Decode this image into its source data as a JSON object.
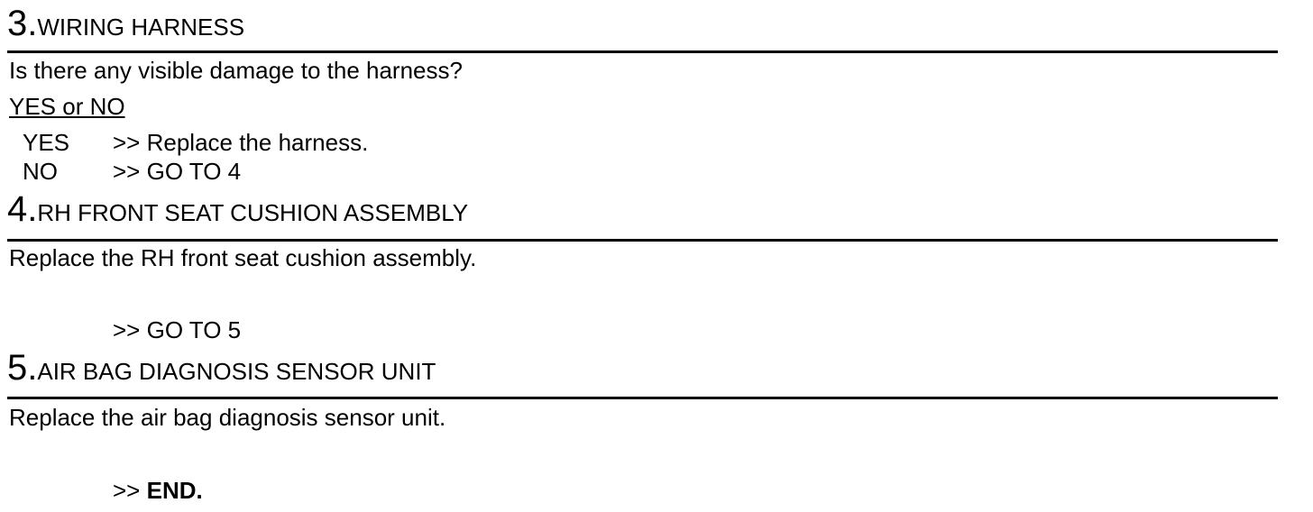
{
  "steps": [
    {
      "number": "3.",
      "title": "WIRING HARNESS",
      "question": "Is there any visible damage to the harness?",
      "answer_prompt": "YES or NO",
      "answers": [
        {
          "label": "YES",
          "action": ">> Replace the harness."
        },
        {
          "label": "NO",
          "action": ">> GO TO 4"
        }
      ]
    },
    {
      "number": "4.",
      "title": "RH FRONT SEAT CUSHION ASSEMBLY",
      "instruction": "Replace the RH front seat cushion assembly.",
      "next_prefix": ">>",
      "next": "GO TO 5"
    },
    {
      "number": "5.",
      "title": "AIR BAG DIAGNOSIS SENSOR UNIT",
      "instruction": "Replace the air bag diagnosis sensor unit.",
      "next_prefix": ">>",
      "next": "END."
    }
  ]
}
